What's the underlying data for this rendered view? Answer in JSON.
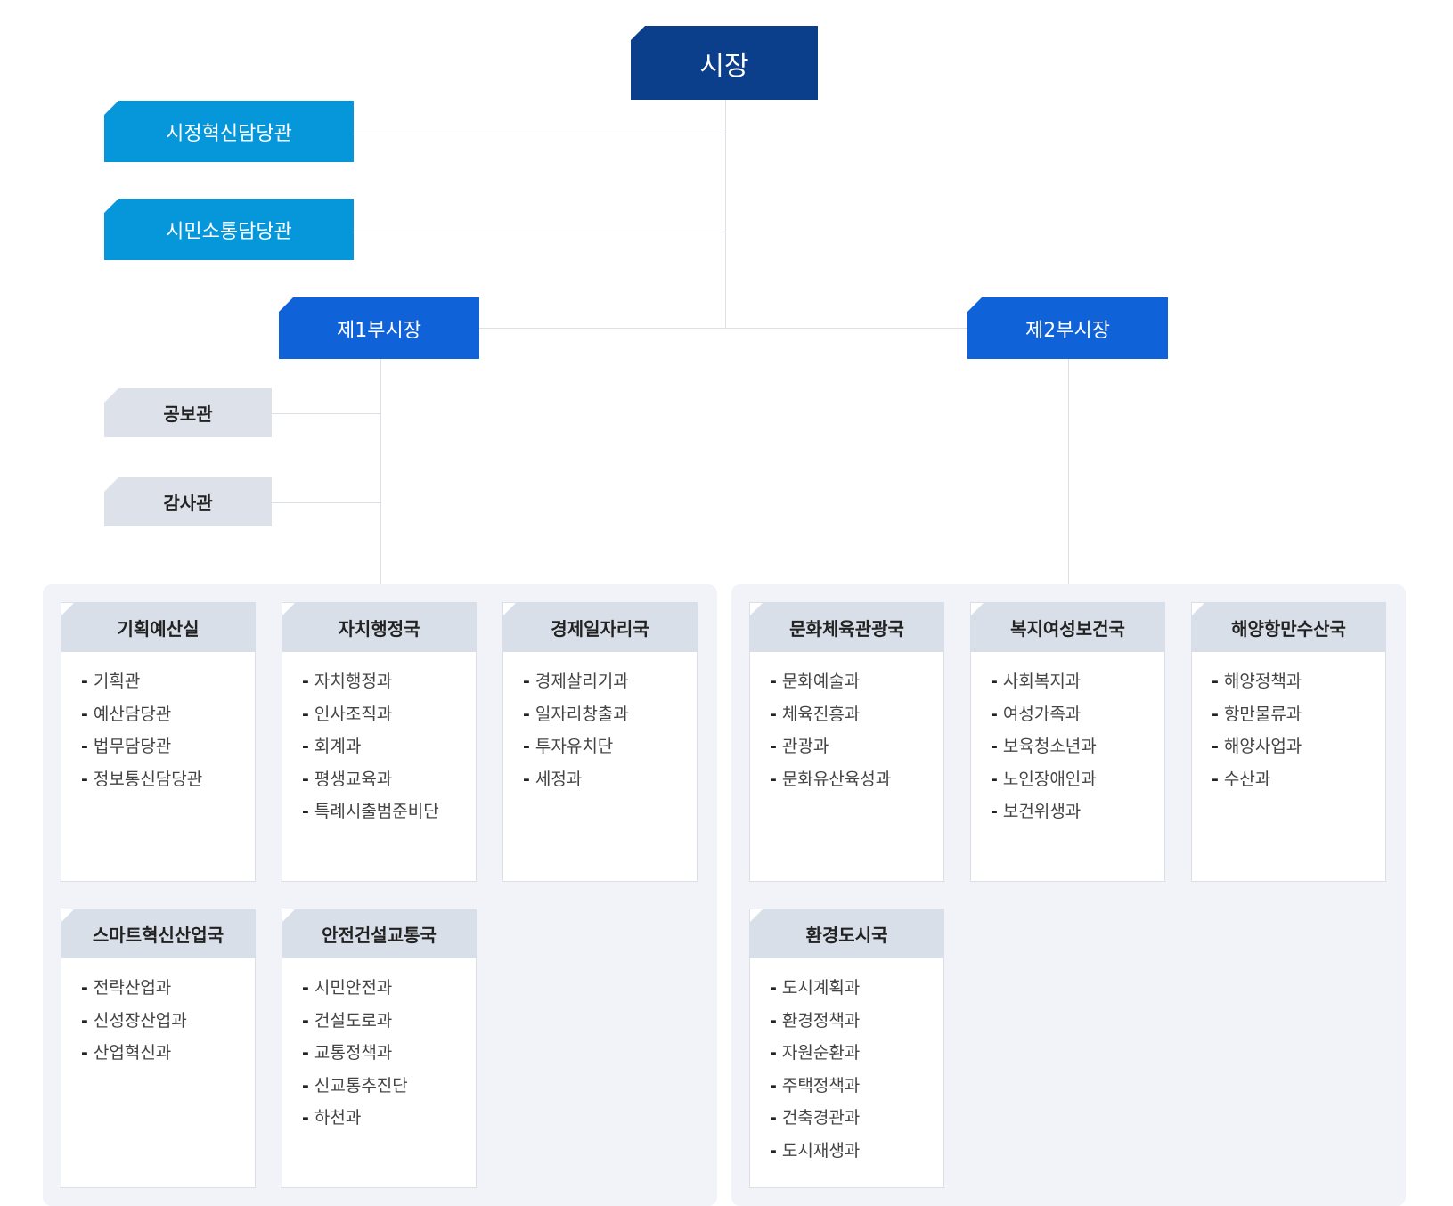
{
  "mayor": "시장",
  "special_officers": [
    "시정혁신담당관",
    "시민소통담당관"
  ],
  "deputies": [
    "제1부시장",
    "제2부시장"
  ],
  "staff_officers": [
    "공보관",
    "감사관"
  ],
  "dash": "-",
  "bureaus_left": [
    {
      "name": "기획예산실",
      "items": [
        "기획관",
        "예산담당관",
        "법무담당관",
        "정보통신담당관"
      ]
    },
    {
      "name": "자치행정국",
      "items": [
        "자치행정과",
        "인사조직과",
        "회계과",
        "평생교육과",
        "특례시출범준비단"
      ]
    },
    {
      "name": "경제일자리국",
      "items": [
        "경제살리기과",
        "일자리창출과",
        "투자유치단",
        "세정과"
      ]
    },
    {
      "name": "스마트혁신산업국",
      "items": [
        "전략산업과",
        "신성장산업과",
        "산업혁신과"
      ]
    },
    {
      "name": "안전건설교통국",
      "items": [
        "시민안전과",
        "건설도로과",
        "교통정책과",
        "신교통추진단",
        "하천과"
      ]
    }
  ],
  "bureaus_right": [
    {
      "name": "문화체육관광국",
      "items": [
        "문화예술과",
        "체육진흥과",
        "관광과",
        "문화유산육성과"
      ]
    },
    {
      "name": "복지여성보건국",
      "items": [
        "사회복지과",
        "여성가족과",
        "보육청소년과",
        "노인장애인과",
        "보건위생과"
      ]
    },
    {
      "name": "해양항만수산국",
      "items": [
        "해양정책과",
        "항만물류과",
        "해양사업과",
        "수산과"
      ]
    },
    {
      "name": "환경도시국",
      "items": [
        "도시계획과",
        "환경정책과",
        "자원순환과",
        "주택정책과",
        "건축경관과",
        "도시재생과"
      ]
    }
  ]
}
